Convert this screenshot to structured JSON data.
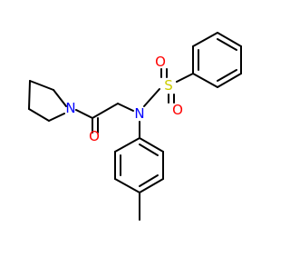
{
  "molecule": {
    "atom_labels": {
      "N_ring": "N",
      "O_carbonyl": "O",
      "N_sulfonamide": "N",
      "S": "S",
      "O_sulfonyl_top": "O",
      "O_sulfonyl_bottom": "O"
    },
    "colors": {
      "bond": "#000000",
      "nitrogen": "#0000ff",
      "oxygen": "#ff0000",
      "sulfur": "#cccc00",
      "background": "#ffffff"
    }
  }
}
